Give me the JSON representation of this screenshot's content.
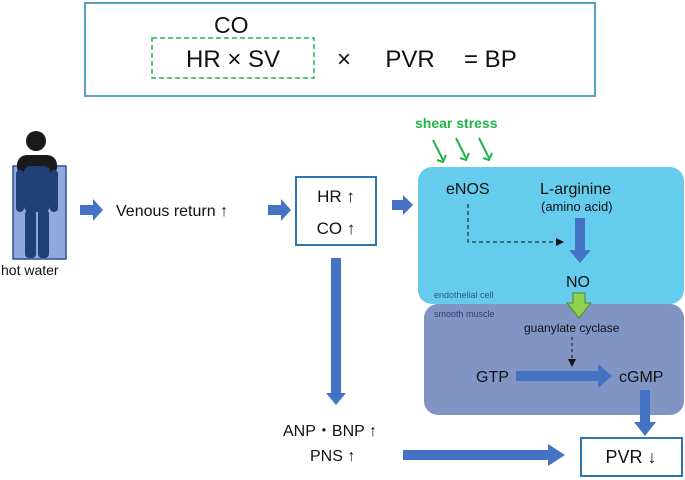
{
  "formula": {
    "co_label": "CO",
    "hr_sv": "HR × SV",
    "times": "×",
    "pvr": "PVR",
    "equals_bp": "= BP"
  },
  "person": {
    "caption": "hot water"
  },
  "flow": {
    "venous_return": "Venous return ↑",
    "hr": "HR ↑",
    "co": "CO ↑",
    "anp_bnp": "ANP・BNP ↑",
    "pns": "PNS ↑"
  },
  "endothelial": {
    "shear_stress": "shear stress",
    "enos": "eNOS",
    "l_arginine": "L-arginine",
    "amino_acid": "(amino acid)",
    "no": "NO",
    "region_label": "endothelial cell"
  },
  "smooth_muscle": {
    "region_label": "smooth muscle",
    "guanylate_cyclase": "guanylate cyclase",
    "gtp": "GTP",
    "cgmp": "cGMP"
  },
  "result": {
    "pvr_down": "PVR ↓"
  },
  "colors": {
    "frame_blue": "#5aa0c8",
    "arrow_blue": "#4472c4",
    "endothelial_fill": "#66ccee",
    "smooth_fill": "#8095c4",
    "shear_green": "#22b24c",
    "no_green": "#92d050",
    "person_fill": "#8fa9dc"
  }
}
